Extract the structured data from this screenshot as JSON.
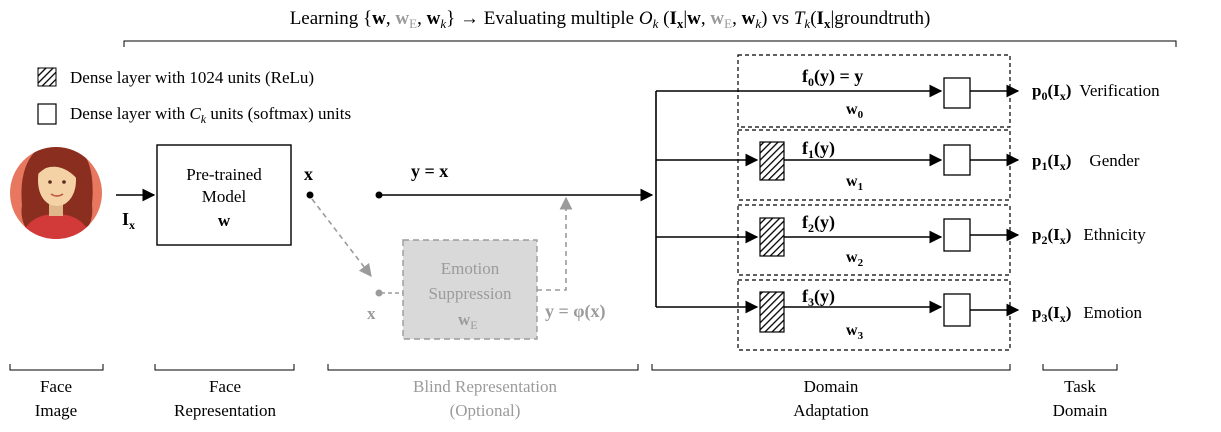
{
  "header": {
    "title_prefix": "Learning {",
    "title_w": "w",
    "title_sep1": ", ",
    "title_wE": "w",
    "title_wE_sub": "E",
    "title_sep2": ", ",
    "title_wk": "w",
    "title_wk_sub": "k",
    "title_mid": "} → Evaluating multiple ",
    "title_O": "O",
    "title_O_sub": "k",
    "title_O_args_open": " (",
    "title_Ix": "I",
    "title_Ix_sub": "x",
    "title_bar": "|",
    "title_w2": "w",
    "title_sep3": ", ",
    "title_wE2": "w",
    "title_wE2_sub": "E",
    "title_sep4": ", ",
    "title_wk2": "w",
    "title_wk2_sub": "k",
    "title_close1": ") vs ",
    "title_T": "T",
    "title_T_sub": "k",
    "title_T_open": "(",
    "title_Ix2": "I",
    "title_Ix2_sub": "x",
    "title_T_rest": "|groundtruth)"
  },
  "legend": {
    "dense_relu": "Dense layer with 1024 units (ReLu)",
    "dense_softmax_prefix": "Dense layer with ",
    "dense_softmax_C": "C",
    "dense_softmax_k": "k",
    "dense_softmax_suffix": " units (softmax) units"
  },
  "face": {
    "input_label": "I",
    "input_sub": "x"
  },
  "pretrained": {
    "line1": "Pre-trained",
    "line2": "Model",
    "line3": "w",
    "out_label": "x"
  },
  "blind": {
    "y_eq_x": "y = x",
    "x_in": "x",
    "line1": "Emotion",
    "line2": "Suppression",
    "line3": "w",
    "line3_sub": "E",
    "phi_label": "y = φ(x)"
  },
  "domain": {
    "branches": [
      {
        "f": "f",
        "sub": "0",
        "args": "(y) = y",
        "w": "w",
        "w_sub": "0",
        "p": "p",
        "p_sub": "0",
        "task": "Verification"
      },
      {
        "f": "f",
        "sub": "1",
        "args": "(y)",
        "w": "w",
        "w_sub": "1",
        "p": "p",
        "p_sub": "1",
        "task": "Gender"
      },
      {
        "f": "f",
        "sub": "2",
        "args": "(y)",
        "w": "w",
        "w_sub": "2",
        "p": "p",
        "p_sub": "2",
        "task": "Ethnicity"
      },
      {
        "f": "f",
        "sub": "3",
        "args": "(y)",
        "w": "w",
        "w_sub": "3",
        "p": "p",
        "p_sub": "3",
        "task": "Emotion"
      }
    ],
    "p_args": "(I",
    "p_args_sub": "x",
    "p_close": ")"
  },
  "sections": [
    {
      "line1": "Face",
      "line2": "Image",
      "gray": false
    },
    {
      "line1": "Face",
      "line2": "Representation",
      "gray": false
    },
    {
      "line1": "Blind Representation",
      "line2": "(Optional)",
      "gray": true
    },
    {
      "line1": "Domain",
      "line2": "Adaptation",
      "gray": false
    },
    {
      "line1": "Task",
      "line2": "Domain",
      "gray": false
    }
  ],
  "colors": {
    "gray": "#9b9b9b",
    "emotion_box_fill": "#d9d9d9",
    "face_bg": "#e7775f",
    "hair": "#8a2f1f",
    "skin": "#f4d2a5",
    "shirt": "#d23a3a"
  }
}
